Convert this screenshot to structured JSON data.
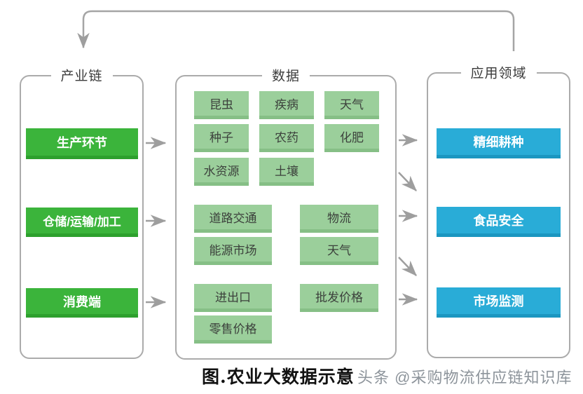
{
  "diagram": {
    "caption": "图.农业大数据示意",
    "watermark": "头条 @采购物流供应链知识库",
    "colors": {
      "frame_border": "#ababab",
      "arrow_gray": "#9e9e9e",
      "industry_box": "#3bb43b",
      "industry_box_shadow": "#2da02d",
      "data_box": "#9bcf9b",
      "data_box_shadow": "#86bf86",
      "application_box": "#29acd7",
      "application_box_shadow": "#1b96c0"
    },
    "columns": {
      "industry_chain": {
        "title": "产业链",
        "items": [
          "生产环节",
          "仓储/运输/加工",
          "消费端"
        ]
      },
      "data": {
        "title": "数据",
        "groups": [
          [
            [
              "昆虫",
              "疾病",
              "天气"
            ],
            [
              "种子",
              "农药",
              "化肥"
            ],
            [
              "水资源",
              "土壤"
            ]
          ],
          [
            [
              "道路交通",
              "物流"
            ],
            [
              "能源市场",
              "天气"
            ]
          ],
          [
            [
              "进出口",
              "批发价格"
            ],
            [
              "零售价格"
            ]
          ]
        ]
      },
      "applications": {
        "title": "应用领域",
        "items": [
          "精细耕种",
          "食品安全",
          "市场监测"
        ]
      }
    }
  }
}
